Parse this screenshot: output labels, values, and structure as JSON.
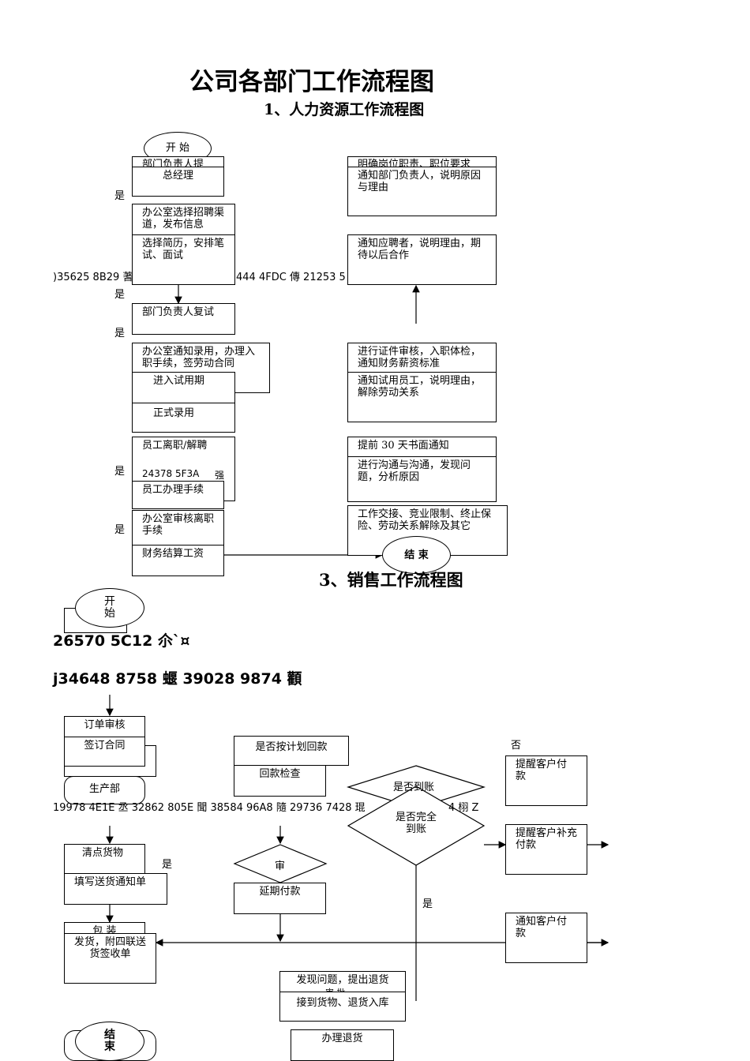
{
  "title": "公司各部门工作流程图",
  "hr": {
    "subtitle": "1、人力资源工作流程图",
    "start": "开  始",
    "end": "结  束",
    "left_boxes": {
      "dept_partial": "部门负责人提",
      "gm": "总经理",
      "office_recruit": "办公室选择招聘渠道，发布信息",
      "select_resume": "选择简历，安排笔试、面试",
      "dept_retest": "部门负责人复试",
      "office_notify": "办公室通知录用，办理入职手续，签劳动合同",
      "probation": "进入试用期",
      "formal": "正式录用",
      "resign": "员工离职/解聘",
      "procedure": "员工办理手续",
      "office_audit": "办公室审核离职手续",
      "finance": "财务结算工资"
    },
    "right_boxes": {
      "req_partial": "明确岗位职责、职位要求",
      "notify_dept": "通知部门负责人，说明原因与理由",
      "notify_applicant": "通知应聘者，说明理由，期待以后合作",
      "cert_check": "进行证件审核，入职体检，通知财务薪资标准",
      "notify_trial": "通知试用员工，说明理由，解除劳动关系",
      "notice30": "提前 30 天书面通知",
      "communicate": "进行沟通与沟通，发现问题，分析原因",
      "handover": "工作交接、竞业限制、终止保险、劳动关系解除及其它"
    },
    "yes_labels": [
      "是",
      "是",
      "是",
      "是",
      "是"
    ],
    "garbled_line": ")35625 8B29 蓍",
    "garbled_line_b": "444 4FDC 傳 21253 5",
    "garbled_inbox": "24378 5F3A",
    "garbled_inbox_b": "强"
  },
  "sales": {
    "subtitle": "3、销售工作流程图",
    "start": "开\n始",
    "end": "结\n束",
    "garbled_1": "26570 5C12 尒`¤",
    "garbled_2": "j34648 8758 蝘 39028 9874 顴",
    "garbled_3": "19978 4E1E 丞 32862 805E 聞 38584 96A8 隨 29736 7428 琨",
    "garbled_3b": "4 栩 Z",
    "boxes": {
      "order_review": "订单审核",
      "sign_contract": "签订合同",
      "production": "生产部",
      "count_goods": "清点货物",
      "fill_notice": "填写送货通知单",
      "pack": "包  装",
      "ship": "发货，附四联送货签收单",
      "plan_payment": "是否按计划回款",
      "payment_check": "回款检查",
      "audit": "审",
      "delay_pay": "延期付款",
      "found_return": "发现问题，提出退货",
      "receive_return": "接到货物、退货入库",
      "handle_return": "办理退货",
      "remind_pay": "提醒客户付  款",
      "remind_supplement": "提醒客户补充付款",
      "notify_pay": "通知客户付  款",
      "arrived": "是否到账",
      "fully_arrived": "是否完全到账",
      "approve": "审  批"
    },
    "labels": {
      "no": "否",
      "yes1": "是",
      "yes2": "是"
    }
  }
}
